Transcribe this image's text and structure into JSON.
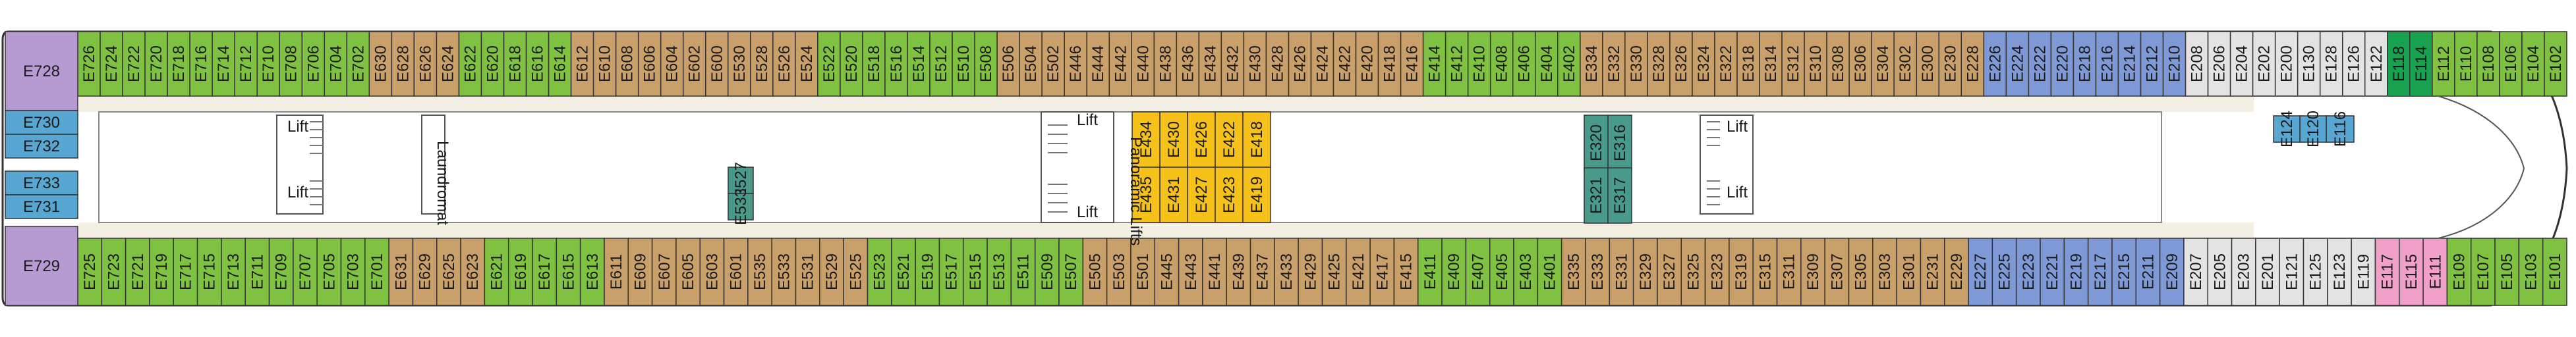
{
  "colors": {
    "aft_suite": "#b79ad2",
    "mini_suite_blue": "#57a7d2",
    "teal": "#4a9a8c",
    "tan": "#c9a06a",
    "green": "#7fc241",
    "yellow": "#f6c21a",
    "periwinkle": "#7f99d6",
    "grey": "#e3e3e3",
    "dark_green": "#18a14e",
    "pink": "#ef9fc8",
    "corridor": "#f3efe3",
    "outline": "#333333"
  },
  "labels": {
    "laundromat": "Laundromat",
    "panoramic_lifts": "Panoramic Lifts",
    "lift": "Lift"
  },
  "rows": {
    "top_outer": [
      {
        "id": "E726",
        "c": "green"
      },
      {
        "id": "E724",
        "c": "green"
      },
      {
        "id": "E722",
        "c": "green"
      },
      {
        "id": "E720",
        "c": "green"
      },
      {
        "id": "E718",
        "c": "green"
      },
      {
        "id": "E716",
        "c": "green"
      },
      {
        "id": "E714",
        "c": "green"
      },
      {
        "id": "E712",
        "c": "green"
      },
      {
        "id": "E710",
        "c": "green"
      },
      {
        "id": "E708",
        "c": "green"
      },
      {
        "id": "E706",
        "c": "green"
      },
      {
        "id": "E704",
        "c": "green"
      },
      {
        "id": "E702",
        "c": "green"
      },
      {
        "id": "E630",
        "c": "tan"
      },
      {
        "id": "E628",
        "c": "tan"
      },
      {
        "id": "E626",
        "c": "tan"
      },
      {
        "id": "E624",
        "c": "tan"
      },
      {
        "id": "E622",
        "c": "green"
      },
      {
        "id": "E620",
        "c": "green"
      },
      {
        "id": "E618",
        "c": "green"
      },
      {
        "id": "E616",
        "c": "green"
      },
      {
        "id": "E614",
        "c": "green"
      },
      {
        "id": "E612",
        "c": "tan"
      },
      {
        "id": "E610",
        "c": "tan"
      },
      {
        "id": "E608",
        "c": "tan"
      },
      {
        "id": "E606",
        "c": "tan"
      },
      {
        "id": "E604",
        "c": "tan"
      },
      {
        "id": "E602",
        "c": "tan"
      },
      {
        "id": "E600",
        "c": "tan"
      },
      {
        "id": "E530",
        "c": "tan"
      },
      {
        "id": "E528",
        "c": "tan"
      },
      {
        "id": "E526",
        "c": "tan"
      },
      {
        "id": "E524",
        "c": "tan"
      },
      {
        "id": "E522",
        "c": "green"
      },
      {
        "id": "E520",
        "c": "green"
      },
      {
        "id": "E518",
        "c": "green"
      },
      {
        "id": "E516",
        "c": "green"
      },
      {
        "id": "E514",
        "c": "green"
      },
      {
        "id": "E512",
        "c": "green"
      },
      {
        "id": "E510",
        "c": "green"
      },
      {
        "id": "E508",
        "c": "green"
      },
      {
        "id": "E506",
        "c": "tan"
      },
      {
        "id": "E504",
        "c": "tan"
      },
      {
        "id": "E502",
        "c": "tan"
      },
      {
        "id": "E446",
        "c": "tan"
      },
      {
        "id": "E444",
        "c": "tan"
      },
      {
        "id": "E442",
        "c": "tan"
      },
      {
        "id": "E440",
        "c": "tan"
      },
      {
        "id": "E438",
        "c": "tan"
      },
      {
        "id": "E436",
        "c": "tan"
      },
      {
        "id": "E434",
        "c": "tan"
      },
      {
        "id": "E432",
        "c": "tan"
      },
      {
        "id": "E430",
        "c": "tan"
      },
      {
        "id": "E428",
        "c": "tan"
      },
      {
        "id": "E426",
        "c": "tan"
      },
      {
        "id": "E424",
        "c": "tan"
      },
      {
        "id": "E422",
        "c": "tan"
      },
      {
        "id": "E420",
        "c": "tan"
      },
      {
        "id": "E418",
        "c": "tan"
      },
      {
        "id": "E416",
        "c": "tan"
      },
      {
        "id": "E414",
        "c": "green"
      },
      {
        "id": "E412",
        "c": "green"
      },
      {
        "id": "E410",
        "c": "green"
      },
      {
        "id": "E408",
        "c": "green"
      },
      {
        "id": "E406",
        "c": "green"
      },
      {
        "id": "E404",
        "c": "green"
      },
      {
        "id": "E402",
        "c": "green"
      },
      {
        "id": "E334",
        "c": "tan"
      },
      {
        "id": "E332",
        "c": "tan"
      },
      {
        "id": "E330",
        "c": "tan"
      },
      {
        "id": "E328",
        "c": "tan"
      },
      {
        "id": "E326",
        "c": "tan"
      },
      {
        "id": "E324",
        "c": "tan"
      },
      {
        "id": "E322",
        "c": "tan"
      },
      {
        "id": "E318",
        "c": "tan"
      },
      {
        "id": "E314",
        "c": "tan"
      },
      {
        "id": "E312",
        "c": "tan"
      },
      {
        "id": "E310",
        "c": "tan"
      },
      {
        "id": "E308",
        "c": "tan"
      },
      {
        "id": "E306",
        "c": "tan"
      },
      {
        "id": "E304",
        "c": "tan"
      },
      {
        "id": "E302",
        "c": "tan"
      },
      {
        "id": "E300",
        "c": "tan"
      },
      {
        "id": "E230",
        "c": "tan"
      },
      {
        "id": "E228",
        "c": "tan"
      },
      {
        "id": "E226",
        "c": "periwinkle"
      },
      {
        "id": "E224",
        "c": "periwinkle"
      },
      {
        "id": "E222",
        "c": "periwinkle"
      },
      {
        "id": "E220",
        "c": "periwinkle"
      },
      {
        "id": "E218",
        "c": "periwinkle"
      },
      {
        "id": "E216",
        "c": "periwinkle"
      },
      {
        "id": "E214",
        "c": "periwinkle"
      },
      {
        "id": "E212",
        "c": "periwinkle"
      },
      {
        "id": "E210",
        "c": "periwinkle"
      },
      {
        "id": "E208",
        "c": "grey"
      },
      {
        "id": "E206",
        "c": "grey"
      },
      {
        "id": "E204",
        "c": "grey"
      },
      {
        "id": "E202",
        "c": "grey"
      },
      {
        "id": "E200",
        "c": "grey"
      },
      {
        "id": "E130",
        "c": "grey"
      },
      {
        "id": "E128",
        "c": "grey"
      },
      {
        "id": "E126",
        "c": "grey"
      },
      {
        "id": "E122",
        "c": "grey"
      },
      {
        "id": "E118",
        "c": "dark_green"
      },
      {
        "id": "E114",
        "c": "dark_green"
      },
      {
        "id": "E112",
        "c": "green"
      },
      {
        "id": "E110",
        "c": "green"
      },
      {
        "id": "E108",
        "c": "green"
      },
      {
        "id": "E106",
        "c": "green"
      },
      {
        "id": "E104",
        "c": "green"
      },
      {
        "id": "E102",
        "c": "green"
      }
    ],
    "bottom_outer": [
      {
        "id": "E725",
        "c": "green"
      },
      {
        "id": "E723",
        "c": "green"
      },
      {
        "id": "E721",
        "c": "green"
      },
      {
        "id": "E719",
        "c": "green"
      },
      {
        "id": "E717",
        "c": "green"
      },
      {
        "id": "E715",
        "c": "green"
      },
      {
        "id": "E713",
        "c": "green"
      },
      {
        "id": "E711",
        "c": "green"
      },
      {
        "id": "E709",
        "c": "green"
      },
      {
        "id": "E707",
        "c": "green"
      },
      {
        "id": "E705",
        "c": "green"
      },
      {
        "id": "E703",
        "c": "green"
      },
      {
        "id": "E701",
        "c": "green"
      },
      {
        "id": "E631",
        "c": "tan"
      },
      {
        "id": "E629",
        "c": "tan"
      },
      {
        "id": "E625",
        "c": "tan"
      },
      {
        "id": "E623",
        "c": "tan"
      },
      {
        "id": "E621",
        "c": "green"
      },
      {
        "id": "E619",
        "c": "green"
      },
      {
        "id": "E617",
        "c": "green"
      },
      {
        "id": "E615",
        "c": "green"
      },
      {
        "id": "E613",
        "c": "green"
      },
      {
        "id": "E611",
        "c": "tan"
      },
      {
        "id": "E609",
        "c": "tan"
      },
      {
        "id": "E607",
        "c": "tan"
      },
      {
        "id": "E605",
        "c": "tan"
      },
      {
        "id": "E603",
        "c": "tan"
      },
      {
        "id": "E601",
        "c": "tan"
      },
      {
        "id": "E535",
        "c": "tan"
      },
      {
        "id": "E533",
        "c": "tan"
      },
      {
        "id": "E531",
        "c": "tan"
      },
      {
        "id": "E529",
        "c": "tan"
      },
      {
        "id": "E525",
        "c": "tan"
      },
      {
        "id": "E523",
        "c": "green"
      },
      {
        "id": "E521",
        "c": "green"
      },
      {
        "id": "E519",
        "c": "green"
      },
      {
        "id": "E517",
        "c": "green"
      },
      {
        "id": "E515",
        "c": "green"
      },
      {
        "id": "E513",
        "c": "green"
      },
      {
        "id": "E511",
        "c": "green"
      },
      {
        "id": "E509",
        "c": "green"
      },
      {
        "id": "E507",
        "c": "green"
      },
      {
        "id": "E505",
        "c": "tan"
      },
      {
        "id": "E503",
        "c": "tan"
      },
      {
        "id": "E501",
        "c": "tan"
      },
      {
        "id": "E445",
        "c": "tan"
      },
      {
        "id": "E443",
        "c": "tan"
      },
      {
        "id": "E441",
        "c": "tan"
      },
      {
        "id": "E439",
        "c": "tan"
      },
      {
        "id": "E437",
        "c": "tan"
      },
      {
        "id": "E433",
        "c": "tan"
      },
      {
        "id": "E429",
        "c": "tan"
      },
      {
        "id": "E425",
        "c": "tan"
      },
      {
        "id": "E421",
        "c": "tan"
      },
      {
        "id": "E417",
        "c": "tan"
      },
      {
        "id": "E415",
        "c": "tan"
      },
      {
        "id": "E411",
        "c": "green"
      },
      {
        "id": "E409",
        "c": "green"
      },
      {
        "id": "E407",
        "c": "green"
      },
      {
        "id": "E405",
        "c": "green"
      },
      {
        "id": "E403",
        "c": "green"
      },
      {
        "id": "E401",
        "c": "green"
      },
      {
        "id": "E335",
        "c": "tan"
      },
      {
        "id": "E333",
        "c": "tan"
      },
      {
        "id": "E331",
        "c": "tan"
      },
      {
        "id": "E329",
        "c": "tan"
      },
      {
        "id": "E327",
        "c": "tan"
      },
      {
        "id": "E325",
        "c": "tan"
      },
      {
        "id": "E323",
        "c": "tan"
      },
      {
        "id": "E319",
        "c": "tan"
      },
      {
        "id": "E315",
        "c": "tan"
      },
      {
        "id": "E311",
        "c": "tan"
      },
      {
        "id": "E309",
        "c": "tan"
      },
      {
        "id": "E307",
        "c": "tan"
      },
      {
        "id": "E305",
        "c": "tan"
      },
      {
        "id": "E303",
        "c": "tan"
      },
      {
        "id": "E301",
        "c": "tan"
      },
      {
        "id": "E231",
        "c": "tan"
      },
      {
        "id": "E229",
        "c": "tan"
      },
      {
        "id": "E227",
        "c": "periwinkle"
      },
      {
        "id": "E225",
        "c": "periwinkle"
      },
      {
        "id": "E223",
        "c": "periwinkle"
      },
      {
        "id": "E221",
        "c": "periwinkle"
      },
      {
        "id": "E219",
        "c": "periwinkle"
      },
      {
        "id": "E217",
        "c": "periwinkle"
      },
      {
        "id": "E215",
        "c": "periwinkle"
      },
      {
        "id": "E211",
        "c": "periwinkle"
      },
      {
        "id": "E209",
        "c": "periwinkle"
      },
      {
        "id": "E207",
        "c": "grey"
      },
      {
        "id": "E205",
        "c": "grey"
      },
      {
        "id": "E203",
        "c": "grey"
      },
      {
        "id": "E201",
        "c": "grey"
      },
      {
        "id": "E121",
        "c": "grey"
      },
      {
        "id": "E125",
        "c": "grey"
      },
      {
        "id": "E123",
        "c": "grey"
      },
      {
        "id": "E119",
        "c": "grey"
      },
      {
        "id": "E117",
        "c": "pink"
      },
      {
        "id": "E115",
        "c": "pink"
      },
      {
        "id": "E111",
        "c": "pink"
      },
      {
        "id": "E109",
        "c": "green"
      },
      {
        "id": "E107",
        "c": "green"
      },
      {
        "id": "E105",
        "c": "green"
      },
      {
        "id": "E103",
        "c": "green"
      },
      {
        "id": "E101",
        "c": "green"
      }
    ]
  },
  "aft_cabins": [
    {
      "id": "E728",
      "c": "aft_suite"
    },
    {
      "id": "E729",
      "c": "aft_suite"
    },
    {
      "id": "E730",
      "c": "mini_suite_blue"
    },
    {
      "id": "E732",
      "c": "mini_suite_blue"
    },
    {
      "id": "E733",
      "c": "mini_suite_blue"
    },
    {
      "id": "E731",
      "c": "mini_suite_blue"
    }
  ],
  "inner_cabins": [
    {
      "id": "E430",
      "c": "yellow"
    },
    {
      "id": "E426",
      "c": "yellow"
    },
    {
      "id": "E422",
      "c": "yellow"
    },
    {
      "id": "E418",
      "c": "yellow"
    },
    {
      "id": "E431",
      "c": "yellow"
    },
    {
      "id": "E427",
      "c": "yellow"
    },
    {
      "id": "E423",
      "c": "yellow"
    },
    {
      "id": "E419",
      "c": "yellow"
    },
    {
      "id": "E434",
      "c": "yellow"
    },
    {
      "id": "E435",
      "c": "yellow"
    },
    {
      "id": "E527",
      "c": "teal"
    },
    {
      "id": "E533",
      "c": "teal"
    },
    {
      "id": "E316",
      "c": "teal"
    },
    {
      "id": "E320",
      "c": "teal"
    },
    {
      "id": "E321",
      "c": "teal"
    },
    {
      "id": "E317",
      "c": "teal"
    },
    {
      "id": "E116",
      "c": "mini_suite_blue"
    },
    {
      "id": "E120",
      "c": "mini_suite_blue"
    },
    {
      "id": "E124",
      "c": "mini_suite_blue"
    }
  ]
}
